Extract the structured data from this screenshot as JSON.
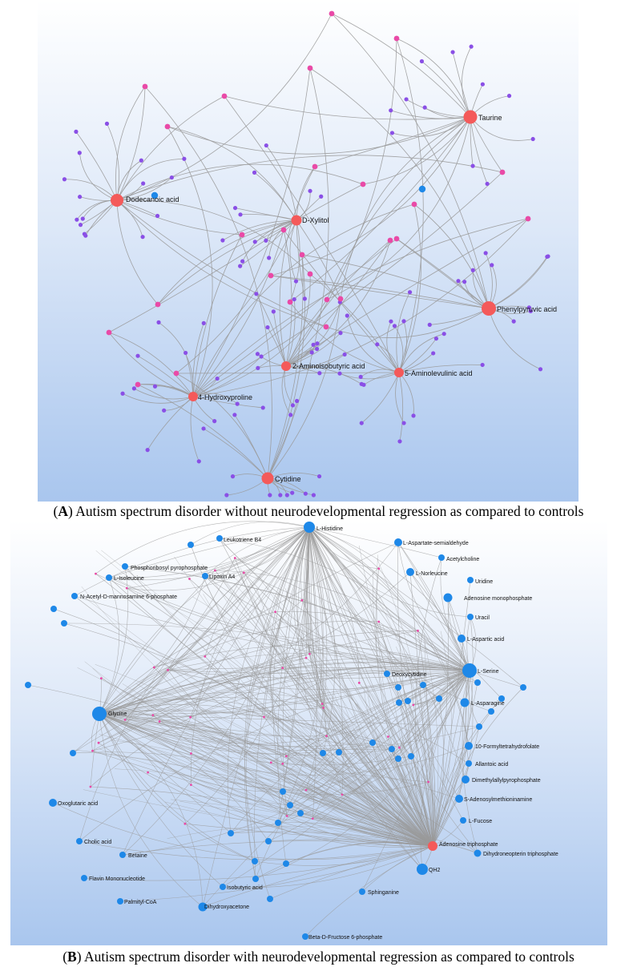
{
  "panel_a": {
    "caption_letter": "A",
    "caption_text": "Autism spectrum disorder without neurodevelopmental regression as compared to controls",
    "labels": {
      "taurine": "Taurine",
      "dodecanoic": "Dodecanoic acid",
      "xylitol": "D-Xylitol",
      "phenylpyruvic": "Phenylpyruvic acid",
      "aminoisobutyric": "2-Aminoisobutyric acid",
      "aminolevulinic": "5-Aminolevulinic acid",
      "hydroxyproline": "4-Hydroxyproline",
      "cytidine": "Cytidine"
    }
  },
  "panel_b": {
    "caption_letter": "B",
    "caption_text": "Autism spectrum disorder with neurodevelopmental regression as compared to controls",
    "labels": {
      "histidine": "L-Histidine",
      "leukotriene": "Leukotriene B4",
      "aspartate_semialdehyde": "L-Aspartate-semialdehyde",
      "acetylcholine": "Acetylcholine",
      "prpp": "Phosphoribosyl pyrophosphate",
      "isoleucine": "L-Isoleucine",
      "lipoxin": "Lipoxin A4",
      "norleucine": "L-Norleucine",
      "uridine": "Uridine",
      "nacetyl": "N-Acetyl-D-mannosamine 6-phosphate",
      "amp": "Adenosine monophosphate",
      "uracil": "Uracil",
      "aspartic": "L-Aspartic acid",
      "serine": "L-Serine",
      "deoxycytidine": "Deoxycytidine",
      "glycine": "Glycine",
      "asparagine": "L-Asparagine",
      "formylthf": "10-Formyltetrahydrofolate",
      "allantoic": "Allantoic acid",
      "dmapp": "Dimethylallylpyrophosphate",
      "sam": "S-Adenosylmethioninamine",
      "oxoglutaric": "Oxoglutaric acid",
      "fucose": "L-Fucose",
      "atp": "Adenosine triphosphate",
      "dihydroneopterin": "Dihydroneopterin triphosphate",
      "cholic": "Cholic acid",
      "betaine": "Betaine",
      "qh2": "QH2",
      "fmn": "Flavin Mononucleotide",
      "isobutyric": "Isobutyric acid",
      "sphinganine": "Sphinganine",
      "palmityl": "Palmityl-CoA",
      "dihydroxyacetone": "Dihydroxyacetone",
      "fructose6p": "Beta-D-Fructose 6-phosphate"
    }
  },
  "colors": {
    "hub_red": "#f45a5a",
    "mid_pink": "#e94aa7",
    "leaf_purple": "#8a4fe6",
    "metabolite_blue": "#1e88e8",
    "edge_gray": "#9a9a9a"
  }
}
